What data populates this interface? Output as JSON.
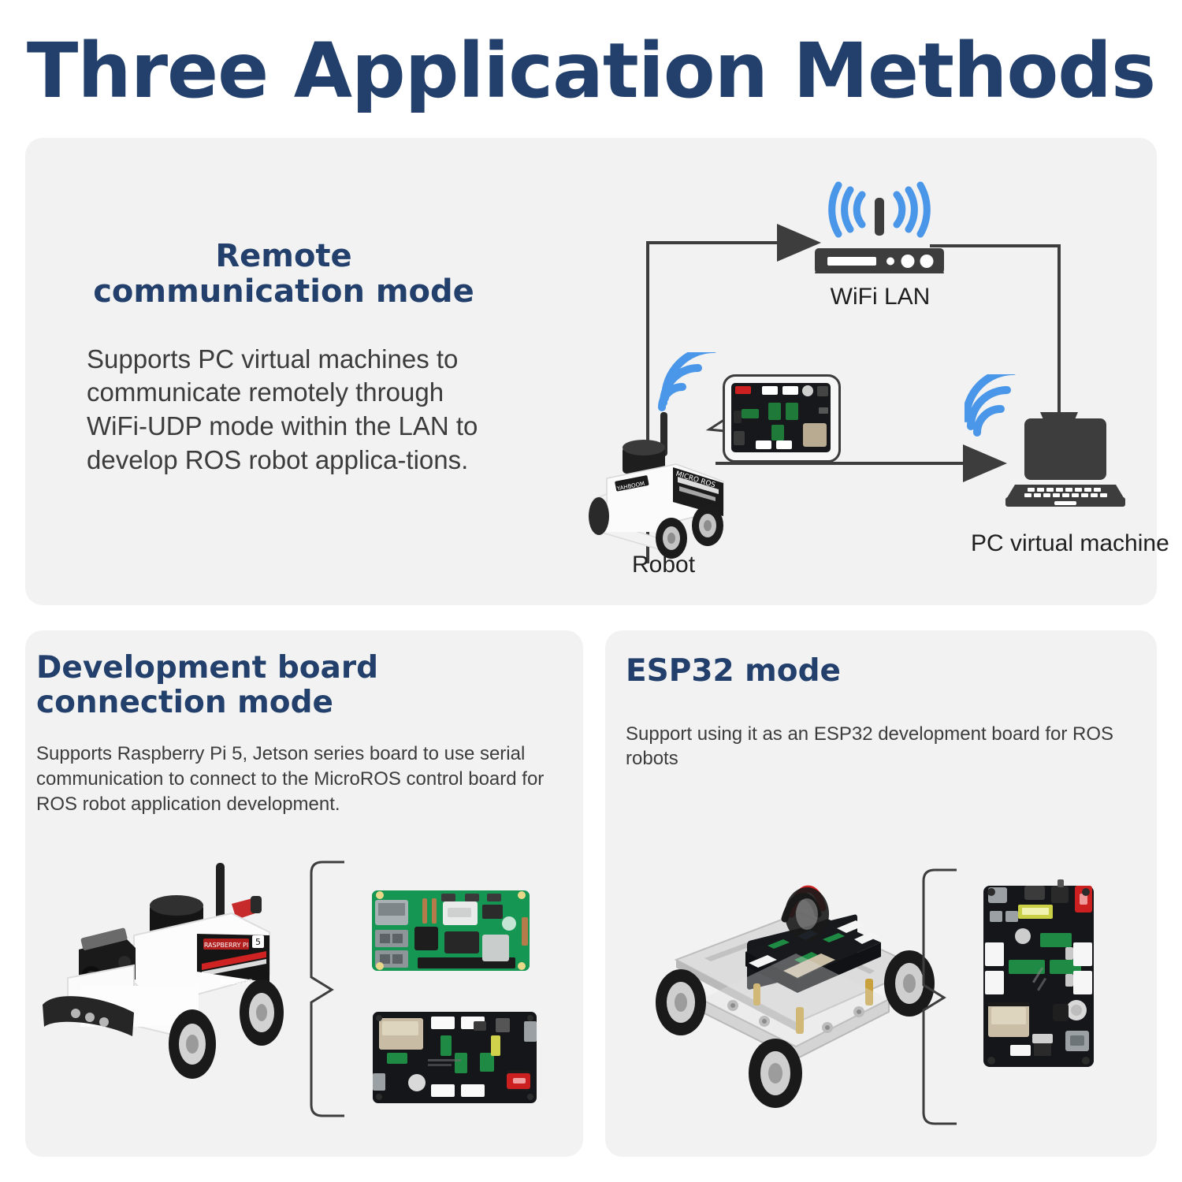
{
  "page": {
    "title": "Three Application Methods",
    "title_color": "#22406b",
    "background": "#ffffff",
    "panel_background": "#f2f2f2",
    "accent_blue": "#4a96e8",
    "icon_dark": "#3d3d3d"
  },
  "panels": {
    "remote": {
      "heading_line1": "Remote",
      "heading_line2": "communication mode",
      "description": "Supports PC virtual machines to communicate remotely through WiFi-UDP mode within the LAN to develop ROS robot applica-tions.",
      "diagram": {
        "nodes": [
          {
            "id": "wifi-lan",
            "label": "WiFi LAN",
            "icon": "wifi-router-icon"
          },
          {
            "id": "robot",
            "label": "Robot",
            "icon": "robot-photo"
          },
          {
            "id": "pc",
            "label": "PC virtual machine",
            "icon": "laptop-icon"
          }
        ],
        "callout_label": "microros-control-board",
        "connections": [
          {
            "from": "robot",
            "to": "wifi-lan"
          },
          {
            "from": "wifi-lan",
            "to": "pc"
          },
          {
            "from": "robot",
            "to": "pc"
          }
        ],
        "wifi_signal_nodes": [
          "wifi-lan",
          "robot",
          "pc"
        ]
      }
    },
    "devboard": {
      "heading_line1": "Development board",
      "heading_line2": "connection mode",
      "description": "Supports Raspberry Pi 5, Jetson series board to use serial communication to connect to the MicroROS control board for ROS robot application development.",
      "robot_decal": "RASPBERRY PI 5",
      "callout_items": [
        "raspberry-pi-5-board",
        "microros-control-board"
      ]
    },
    "esp32": {
      "heading_line1": "ESP32 mode",
      "heading_line2": "",
      "description": "Support using it as an ESP32 development board for ROS robots",
      "callout_items": [
        "esp32-control-board"
      ]
    }
  }
}
